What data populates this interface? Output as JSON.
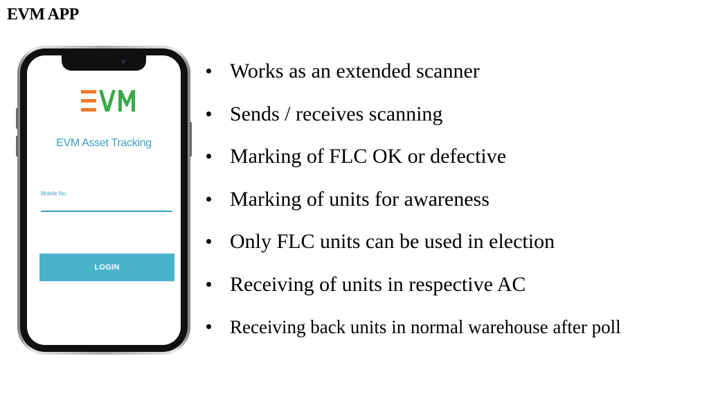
{
  "slide": {
    "title": "EVM APP"
  },
  "phone_app": {
    "logo_text": "EVM",
    "app_title": "EVM Asset Tracking",
    "mobile_label": "Mobile No.",
    "mobile_value": "",
    "login_label": "LOGIN",
    "colors": {
      "logo_orange": "#f07a2a",
      "logo_green": "#3aa84a",
      "accent_teal": "#3aa0c0",
      "button_teal": "#4ab3cb"
    }
  },
  "bullets": [
    "Works as an extended scanner",
    "Sends / receives scanning",
    "Marking of FLC OK or defective",
    "Marking of units for awareness",
    "Only FLC units can be used in election",
    "Receiving of units in respective AC",
    "Receiving back units in normal warehouse after poll"
  ]
}
